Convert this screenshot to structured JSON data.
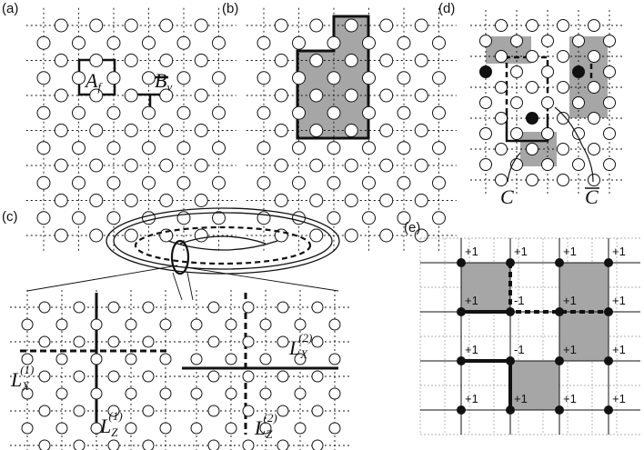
{
  "panels": {
    "a": {
      "label": "(a)",
      "plaquette_label": "A",
      "plaquette_sub": "f",
      "vertex_label": "B",
      "vertex_sub": "v"
    },
    "b": {
      "label": "(b)"
    },
    "c": {
      "label": "(c)",
      "lx1": "L",
      "lx1_sub": "X",
      "lx1_sup": "(1)",
      "lz1": "L",
      "lz1_sub": "Z",
      "lz1_sup": "(1)",
      "lx2": "L",
      "lx2_sub": "X",
      "lx2_sup": "(2)",
      "lz2": "L",
      "lz2_sub": "Z",
      "lz2_sup": "(2)"
    },
    "d": {
      "label": "(d)",
      "c_label": "C",
      "cbar_label": "C"
    },
    "e": {
      "label": "(e)",
      "values": [
        [
          "+1",
          "+1",
          "+1",
          "+1"
        ],
        [
          "+1",
          "-1",
          "+1",
          "+1"
        ],
        [
          "+1",
          "-1",
          "+1",
          "+1"
        ],
        [
          "+1",
          "+1",
          "+1",
          "+1"
        ]
      ]
    }
  },
  "colors": {
    "shade": "#a6a6a6",
    "line": "#111111",
    "grid": "#888888"
  }
}
